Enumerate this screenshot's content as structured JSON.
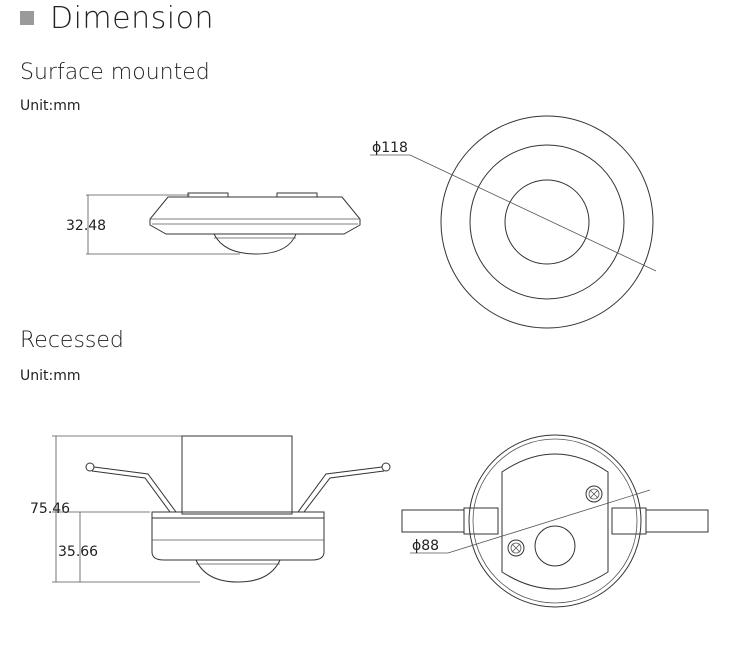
{
  "header": {
    "title": "Dimension",
    "square_color": "#9a9a9a"
  },
  "surface": {
    "title": "Surface mounted",
    "unit": "Unit:mm",
    "height_label": "32.48",
    "diameter_label": "ϕ118"
  },
  "recessed": {
    "title": "Recessed",
    "unit": "Unit:mm",
    "total_height_label": "75.46",
    "body_height_label": "35.66",
    "diameter_label": "ϕ88"
  }
}
